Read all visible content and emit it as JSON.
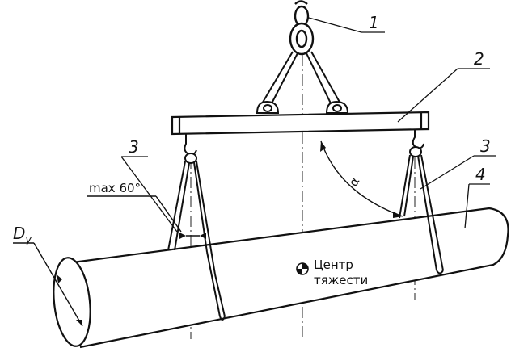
{
  "callouts": {
    "c1": "1",
    "c2": "2",
    "c3a": "3",
    "c3b": "3",
    "c4": "4"
  },
  "labels": {
    "diameter_main": "D",
    "diameter_sub": "у",
    "max_angle": "max 60°",
    "alpha": "α",
    "center_line1": "Центр",
    "center_line2": "тяжести"
  }
}
